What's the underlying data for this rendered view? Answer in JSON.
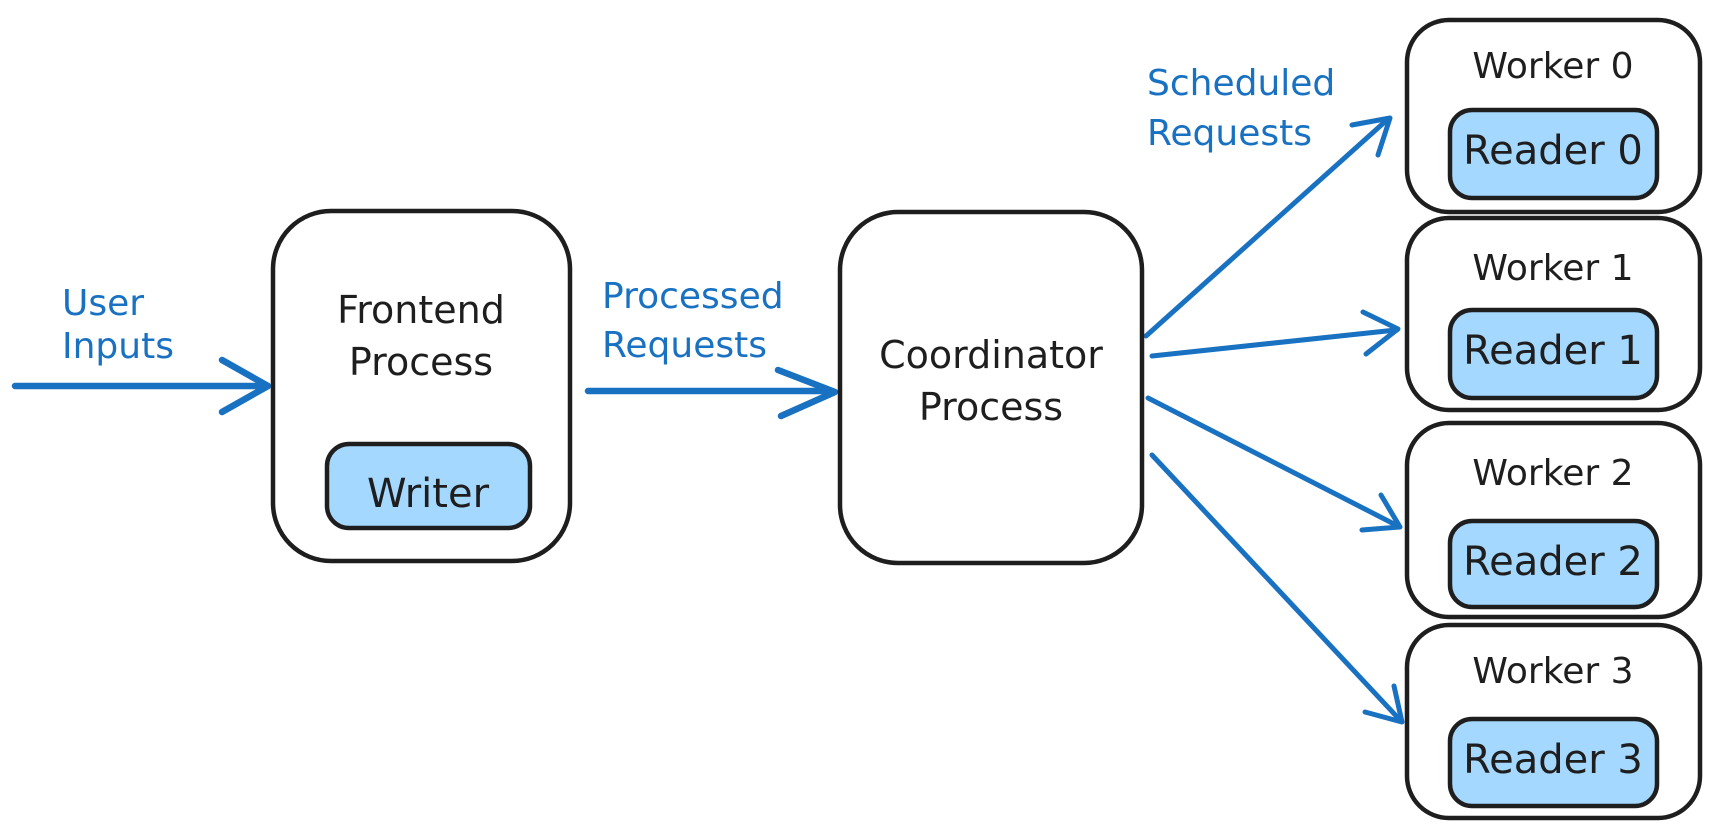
{
  "diagram": {
    "colors": {
      "accent_blue": "#1971c2",
      "node_fill_blue": "#a5d8ff",
      "stroke_dark": "#1e1e1e",
      "background": "#ffffff"
    },
    "flow_labels": {
      "user_inputs": {
        "line1": "User",
        "line2": "Inputs"
      },
      "processed_requests": {
        "line1": "Processed",
        "line2": "Requests"
      },
      "scheduled_requests": {
        "line1": "Scheduled",
        "line2": "Requests"
      }
    },
    "nodes": {
      "frontend": {
        "title_line1": "Frontend",
        "title_line2": "Process",
        "child": "Writer"
      },
      "coordinator": {
        "title_line1": "Coordinator",
        "title_line2": "Process"
      },
      "workers": [
        {
          "title": "Worker 0",
          "child": "Reader 0"
        },
        {
          "title": "Worker 1",
          "child": "Reader 1"
        },
        {
          "title": "Worker 2",
          "child": "Reader 2"
        },
        {
          "title": "Worker 3",
          "child": "Reader 3"
        }
      ]
    }
  }
}
